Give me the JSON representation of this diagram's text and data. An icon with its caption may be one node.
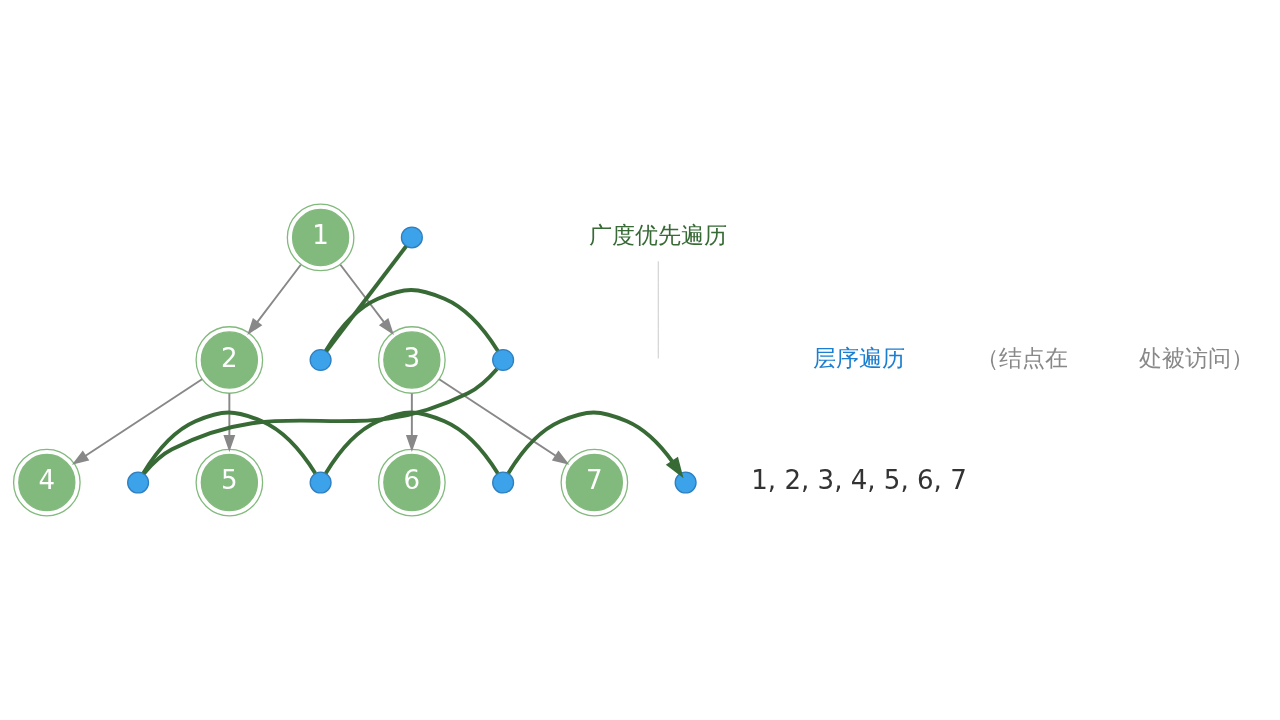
{
  "diagram": {
    "nodes": [
      {
        "text": [
          "1"
        ]
      },
      {
        "text": [
          "2"
        ]
      },
      {
        "text": [
          "3"
        ]
      },
      {
        "text": [
          "4"
        ]
      },
      {
        "text": [
          "5"
        ]
      },
      {
        "text": [
          "6"
        ]
      },
      {
        "text": [
          "7"
        ]
      },
      {
        "text": [],
        "shape": "circle"
      },
      {
        "text": [],
        "shape": "circle"
      },
      {
        "text": [],
        "shape": "circle"
      },
      {
        "text": [],
        "shape": "circle"
      },
      {
        "text": [],
        "shape": "circle"
      },
      {
        "text": [],
        "shape": "circle"
      },
      {
        "text": [],
        "shape": "circle"
      },
      {
        "text": [
          "广度优先遍历"
        ]
      }
    ],
    "edges": [
      {
        "from": 0,
        "to": 1,
        "arrow": "to"
      },
      {
        "from": 0,
        "to": 2,
        "arrow": "to"
      },
      {
        "from": 1,
        "to": 3,
        "arrow": "to"
      },
      {
        "from": 1,
        "to": 4,
        "arrow": "to"
      },
      {
        "from": 2,
        "to": 5,
        "arrow": "to"
      },
      {
        "from": 2,
        "to": 6,
        "arrow": "to"
      },
      {
        "from": 7,
        "to": 8,
        "arrow": "none",
        "style": "thick",
        "color": "#386a36"
      },
      {
        "from": 8,
        "to": 9,
        "arrow": "none",
        "style": "thick",
        "color": "#386a36"
      },
      {
        "from": 9,
        "to": 10,
        "arrow": "none",
        "style": "thick",
        "color": "#386a36"
      },
      {
        "from": 10,
        "to": 11,
        "arrow": "none",
        "style": "thick",
        "color": "#386a36"
      },
      {
        "from": 11,
        "to": 12,
        "arrow": "none",
        "style": "thick",
        "color": "#386a36"
      },
      {
        "from": 12,
        "to": 13,
        "arrow": "to",
        "style": "thick",
        "color": "#386a36"
      },
      {
        "from": 14,
        "to": null,
        "arrow": "none"
      }
    ],
    "labels": [
      "层序遍历",
      "（结点在",
      "处被访问）",
      "1, 2, 3, 4, 5, 6, 7"
    ]
  }
}
